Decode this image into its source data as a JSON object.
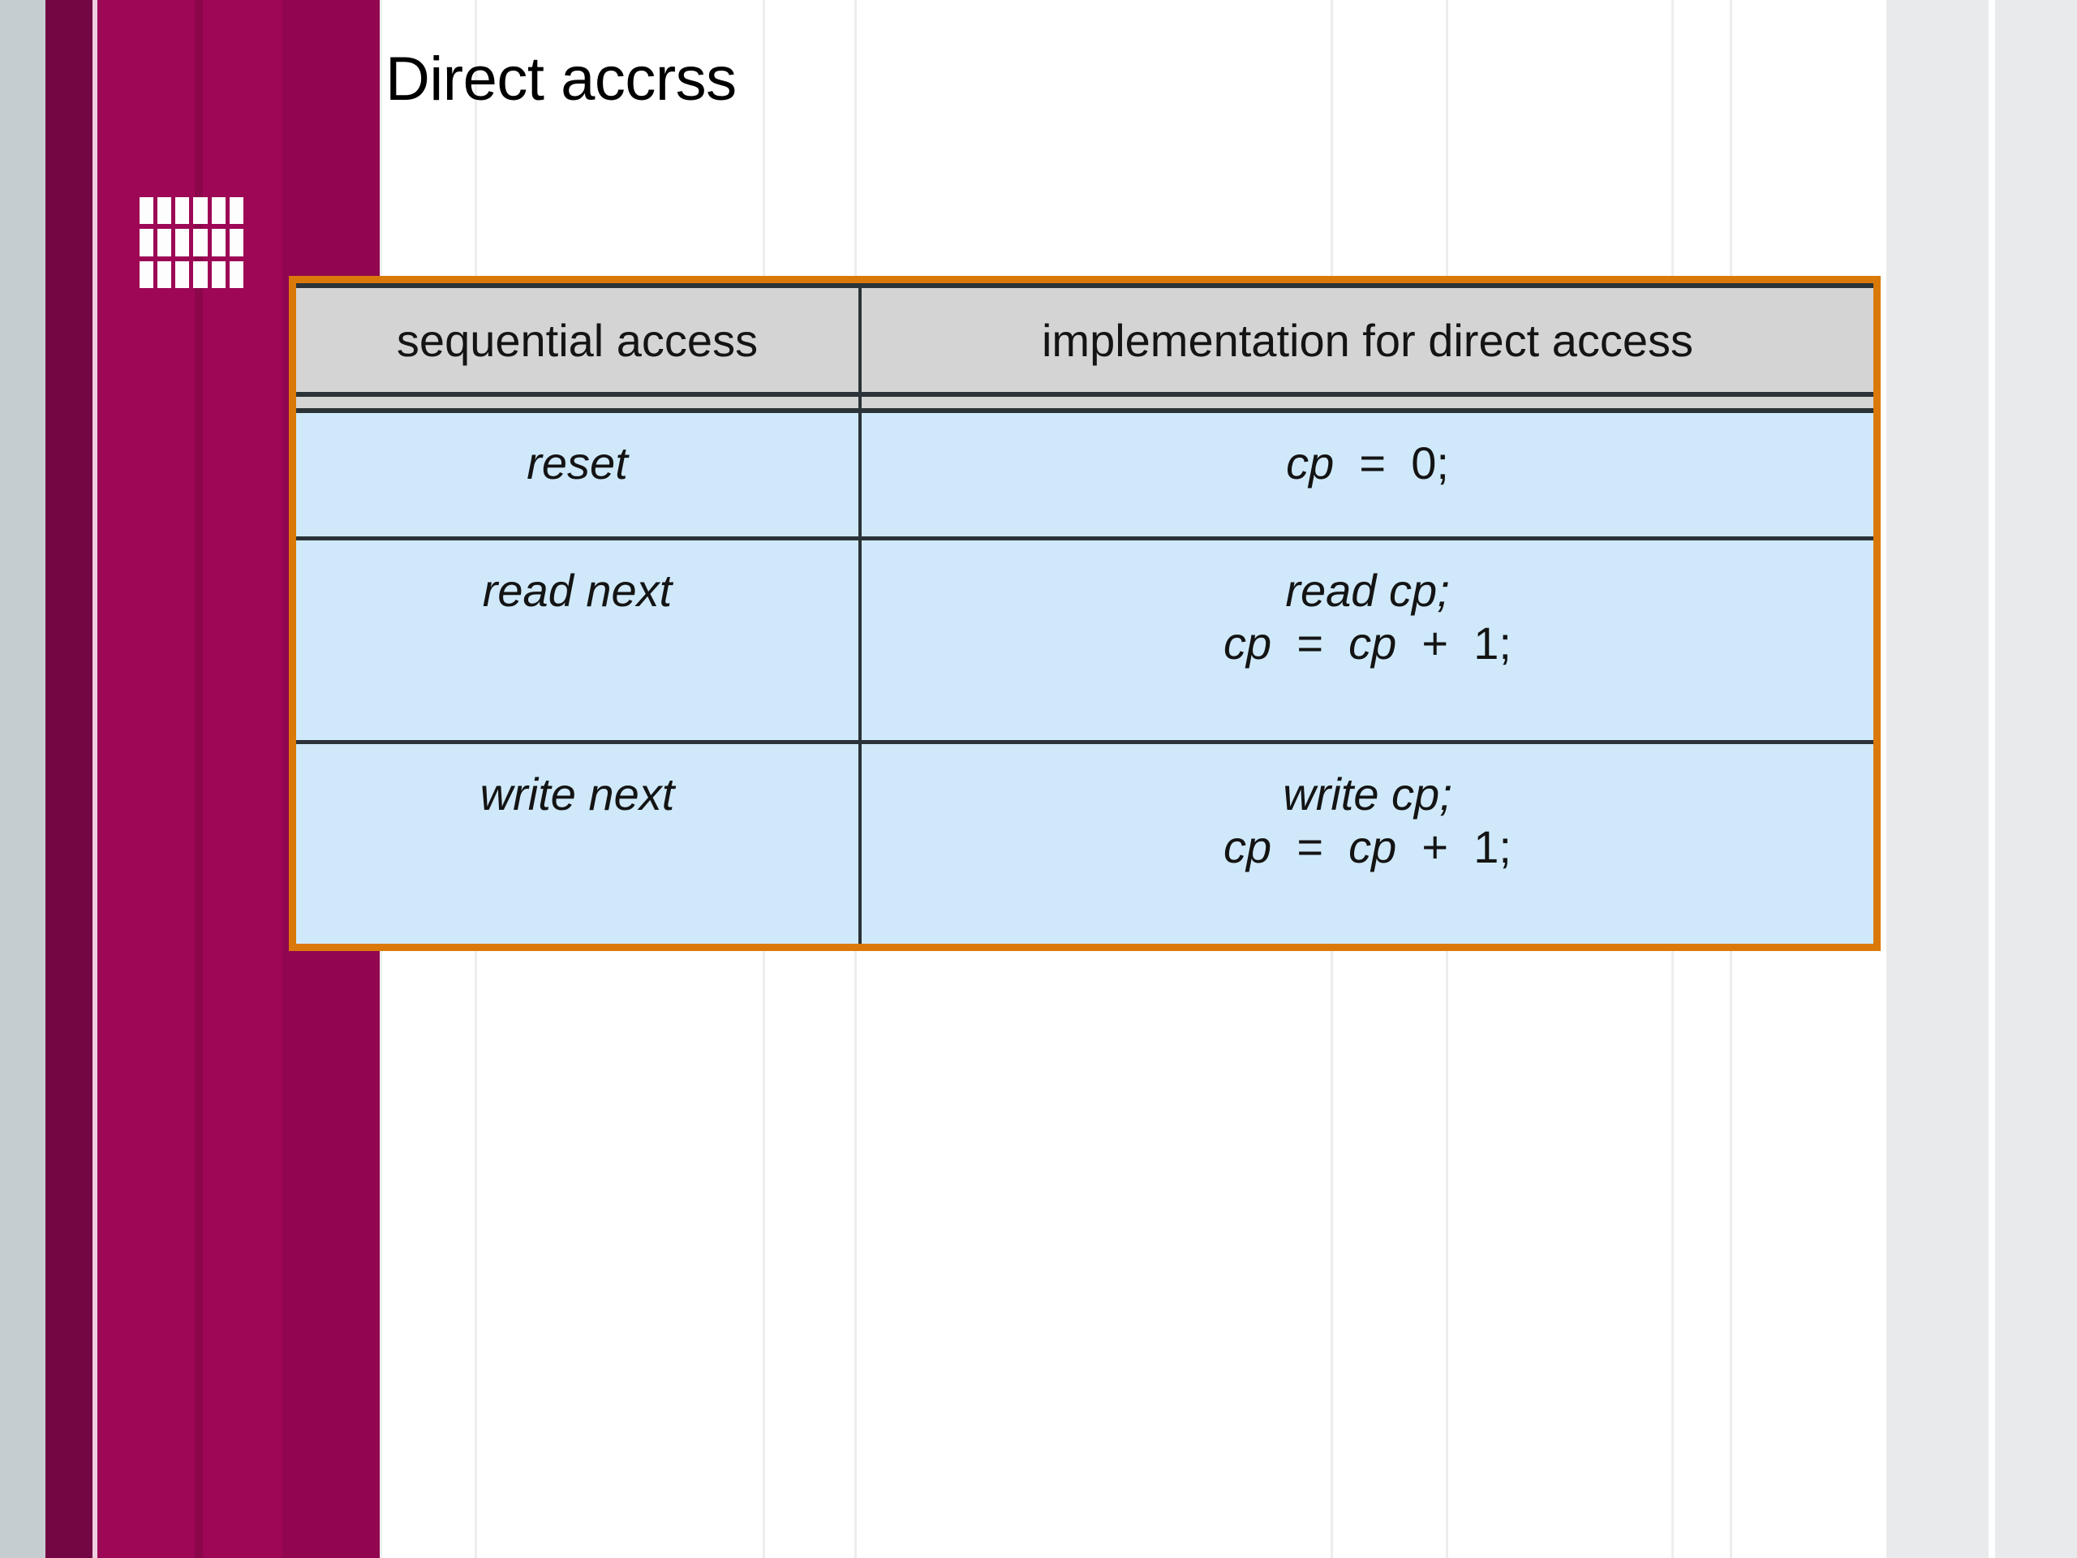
{
  "slide": {
    "title": "Direct accrss",
    "rail_icon_name": "window-grid-icon",
    "colors": {
      "rail_main": "#9d0755",
      "rail_dark": "#730743",
      "rail_edge": "#c6cdd0",
      "figure_border": "#da7909",
      "header_fill": "#d4d4d4",
      "body_fill": "#cfe9fa",
      "rule": "#2b3338",
      "text": "#141414"
    }
  },
  "figure": {
    "name": "direct-access-implementation-table",
    "columns": [
      {
        "key": "sequential",
        "label": "sequential access"
      },
      {
        "key": "implementation",
        "label": "implementation for direct access"
      }
    ],
    "rows": [
      {
        "sequential": "reset",
        "impl_lines": [
          {
            "italic": "cp",
            "upright": " =  0;"
          }
        ]
      },
      {
        "sequential": "read next",
        "impl_lines": [
          {
            "italic": "read cp;",
            "upright": ""
          },
          {
            "italic": "cp",
            "upright": " =  ",
            "italic2": "cp",
            "upright2": " +  1;"
          }
        ]
      },
      {
        "sequential": "write next",
        "impl_lines": [
          {
            "italic": "write cp;",
            "upright": ""
          },
          {
            "italic": "cp",
            "upright": " =  ",
            "italic2": "cp",
            "upright2": " +  1;"
          }
        ]
      }
    ],
    "row_text": {
      "r0c0": "reset",
      "r0c1_l1": "cp = 0;",
      "r1c0": "read next",
      "r1c1_l1": "read cp;",
      "r1c1_l2": "cp = cp + 1;",
      "r2c0": "write next",
      "r2c1_l1": "write cp;",
      "r2c1_l2": "cp = cp + 1;"
    }
  }
}
